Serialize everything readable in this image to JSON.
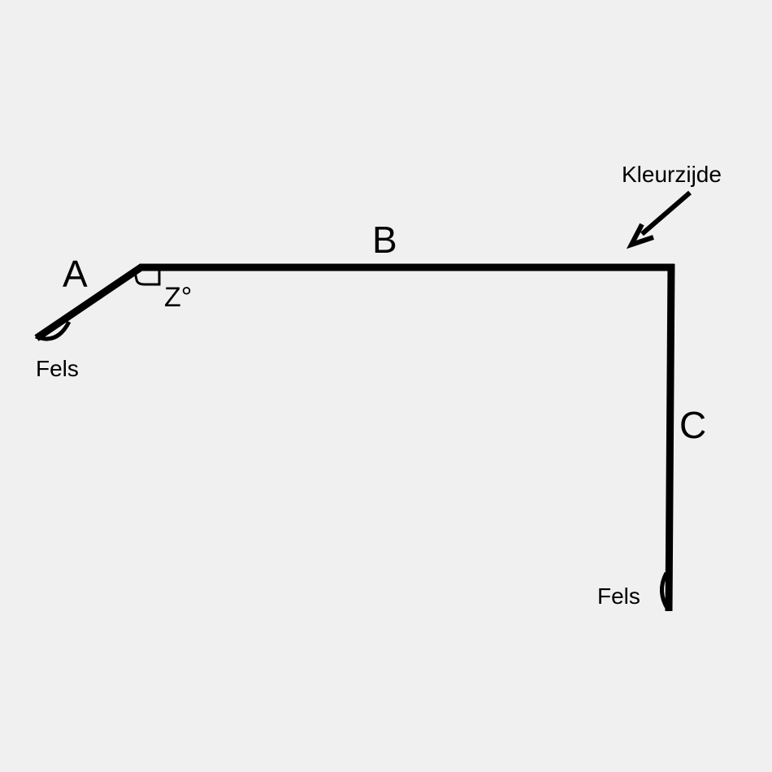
{
  "diagram": {
    "segments": {
      "a_label": "A",
      "b_label": "B",
      "c_label": "C"
    },
    "angle_label": "Z°",
    "fels_left": "Fels",
    "fels_right": "Fels",
    "color_side_label": "Kleurzijde"
  },
  "colors": {
    "background": "#f0f0f0",
    "stroke": "#000000"
  }
}
